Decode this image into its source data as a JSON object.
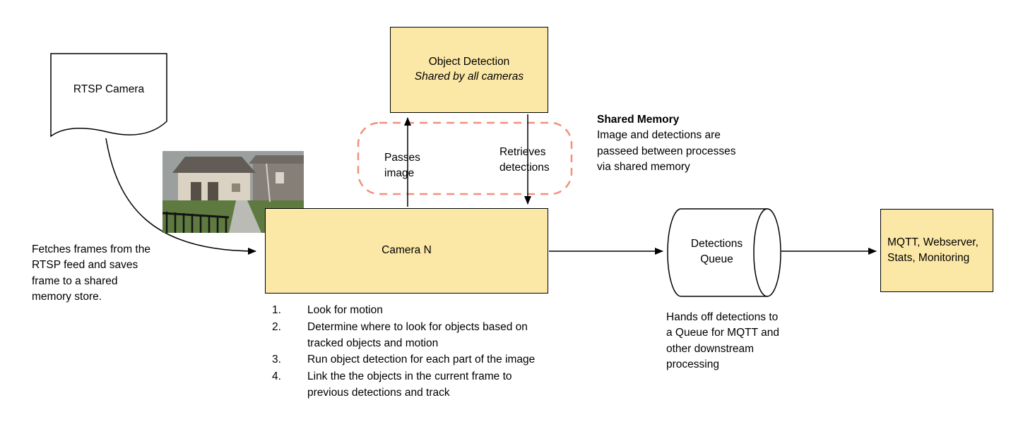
{
  "colors": {
    "box_fill": "#FCE8A6",
    "box_border": "#000000",
    "dashed_border": "#F2907B"
  },
  "nodes": {
    "rtsp_camera": {
      "label": "RTSP Camera"
    },
    "object_detection": {
      "title": "Object Detection",
      "subtitle": "Shared by all cameras"
    },
    "camera_n": {
      "label": "Camera N"
    },
    "detections_queue": {
      "label": "Detections Queue"
    },
    "outputs": {
      "label": "MQTT, Webserver, Stats, Monitoring"
    }
  },
  "edge_labels": {
    "passes_image": "Passes image",
    "retrieves_detections": "Retrieves detections"
  },
  "notes": {
    "fetch": "Fetches frames from the RTSP feed and saves frame to a shared memory store.",
    "shared_memory_title": "Shared Memory",
    "shared_memory_body": "Image and detections are passeed between processes via shared memory",
    "queue_handoff": "Hands off detections to a Queue for MQTT and other downstream processing"
  },
  "camera_steps": [
    "Look for motion",
    "Determine where to look for objects based on tracked objects and motion",
    "Run object detection for each part of the image",
    "Link the the objects in the current frame to previous detections and track"
  ]
}
